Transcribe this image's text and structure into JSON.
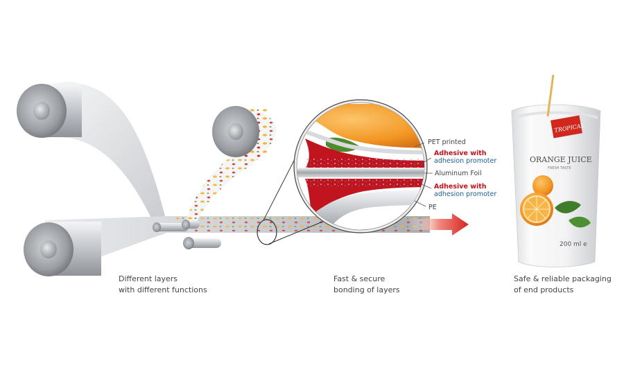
{
  "captions": {
    "layers": [
      "Different layers",
      "with different functions"
    ],
    "bonding": [
      "Fast & secure",
      "bonding of layers"
    ],
    "packaging": [
      "Safe & reliable packaging",
      "of end products"
    ]
  },
  "layer_labels": {
    "pet": "PET printed",
    "adhesive_top_1": "Adhesive with",
    "adhesive_top_2": "adhesion promoter",
    "aluminum": "Aluminum Foil",
    "adhesive_bottom_1": "Adhesive with",
    "adhesive_bottom_2": "adhesion promoter",
    "pe": "PE"
  },
  "pouch": {
    "brand": "TROPICAL",
    "product": "ORANGE JUICE",
    "tagline": "FRESH TASTE",
    "volume": "200 ml e"
  },
  "colors": {
    "adhesive_red": "#c0141e",
    "promoter_blue": "#1b5f95",
    "arrow_red": "#d8231f",
    "label_gray": "#444444"
  }
}
